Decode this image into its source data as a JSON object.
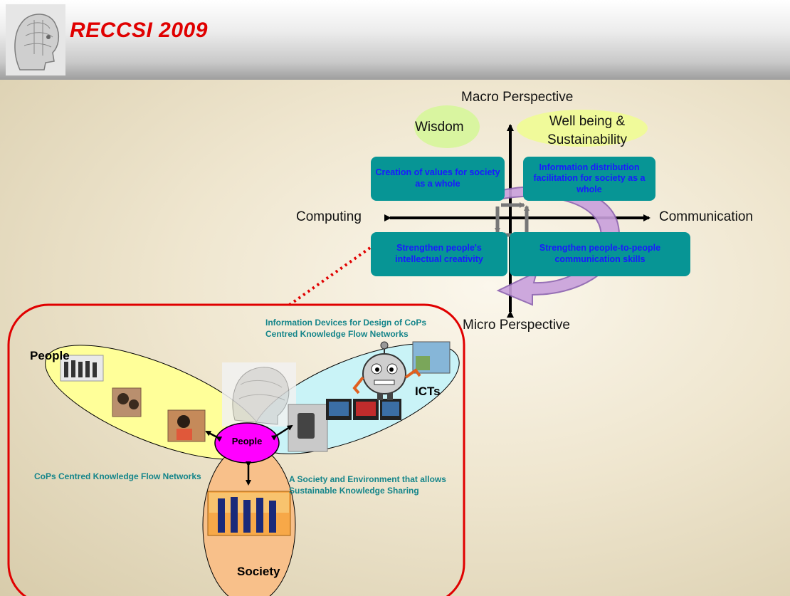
{
  "header": {
    "title": "RECCSI 2009"
  },
  "axes": {
    "top": "Macro Perspective",
    "bottom": "Micro Perspective",
    "left": "Computing",
    "right": "Communication"
  },
  "bubbles": {
    "wisdom": "Wisdom",
    "wellbeing": "Well being & Sustainability"
  },
  "quadrants": {
    "top_left": "Creation of values for society as a whole",
    "top_right": "Information distribution facilitation for society as a whole",
    "bottom_left": "Strengthen people's intellectual creativity",
    "bottom_right": "Strengthen people-to-people communication skills"
  },
  "lower": {
    "devices_text": "Information Devices for Design of CoPs Centred Knowledge Flow Networks",
    "people_label": "People",
    "icts_label": "ICTs",
    "center_label": "People",
    "cops_text": "CoPs Centred Knowledge Flow Networks",
    "society_env_text": "A Society and Environment that allows Sustainable Knowledge Sharing",
    "society_label": "Society"
  },
  "colors": {
    "title": "#e00000",
    "teal_box": "#079595",
    "box_text": "#1a1aff",
    "frame": "#e00000",
    "people_ellipse": "#ffff99",
    "icts_ellipse": "#c9f3f7",
    "society_ellipse": "#f8c08a",
    "center_node": "#ff00ff",
    "cycle_arrow": "#c9a0dc"
  }
}
